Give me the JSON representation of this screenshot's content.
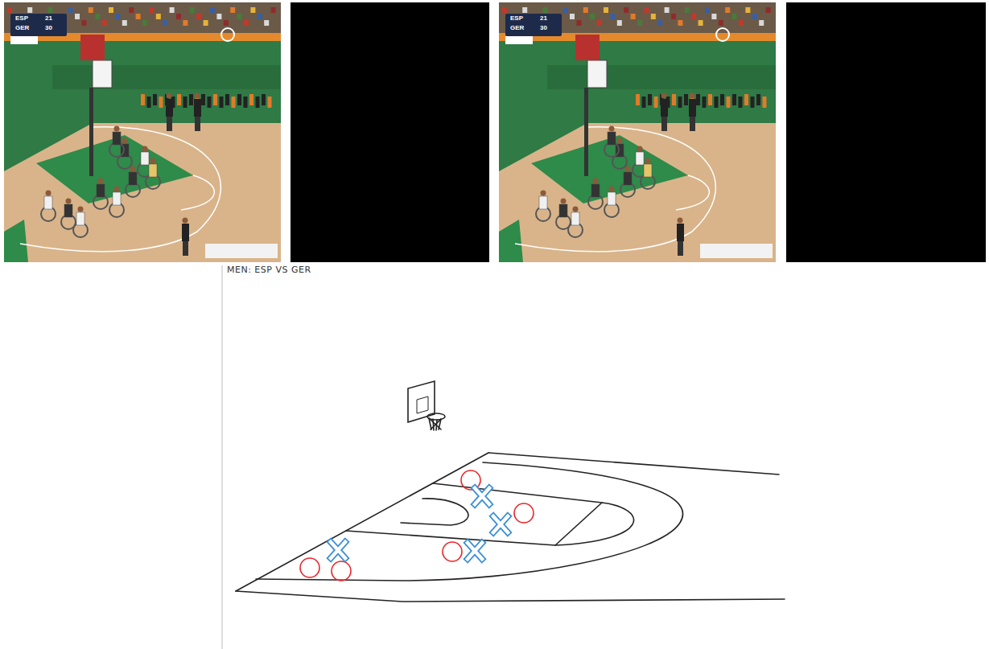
{
  "diagram": {
    "title": "MEN: ESP VS GER",
    "labels": [
      "ESP",
      "21",
      "GER",
      "30",
      "ESP",
      "21",
      "GER",
      "30"
    ]
  }
}
